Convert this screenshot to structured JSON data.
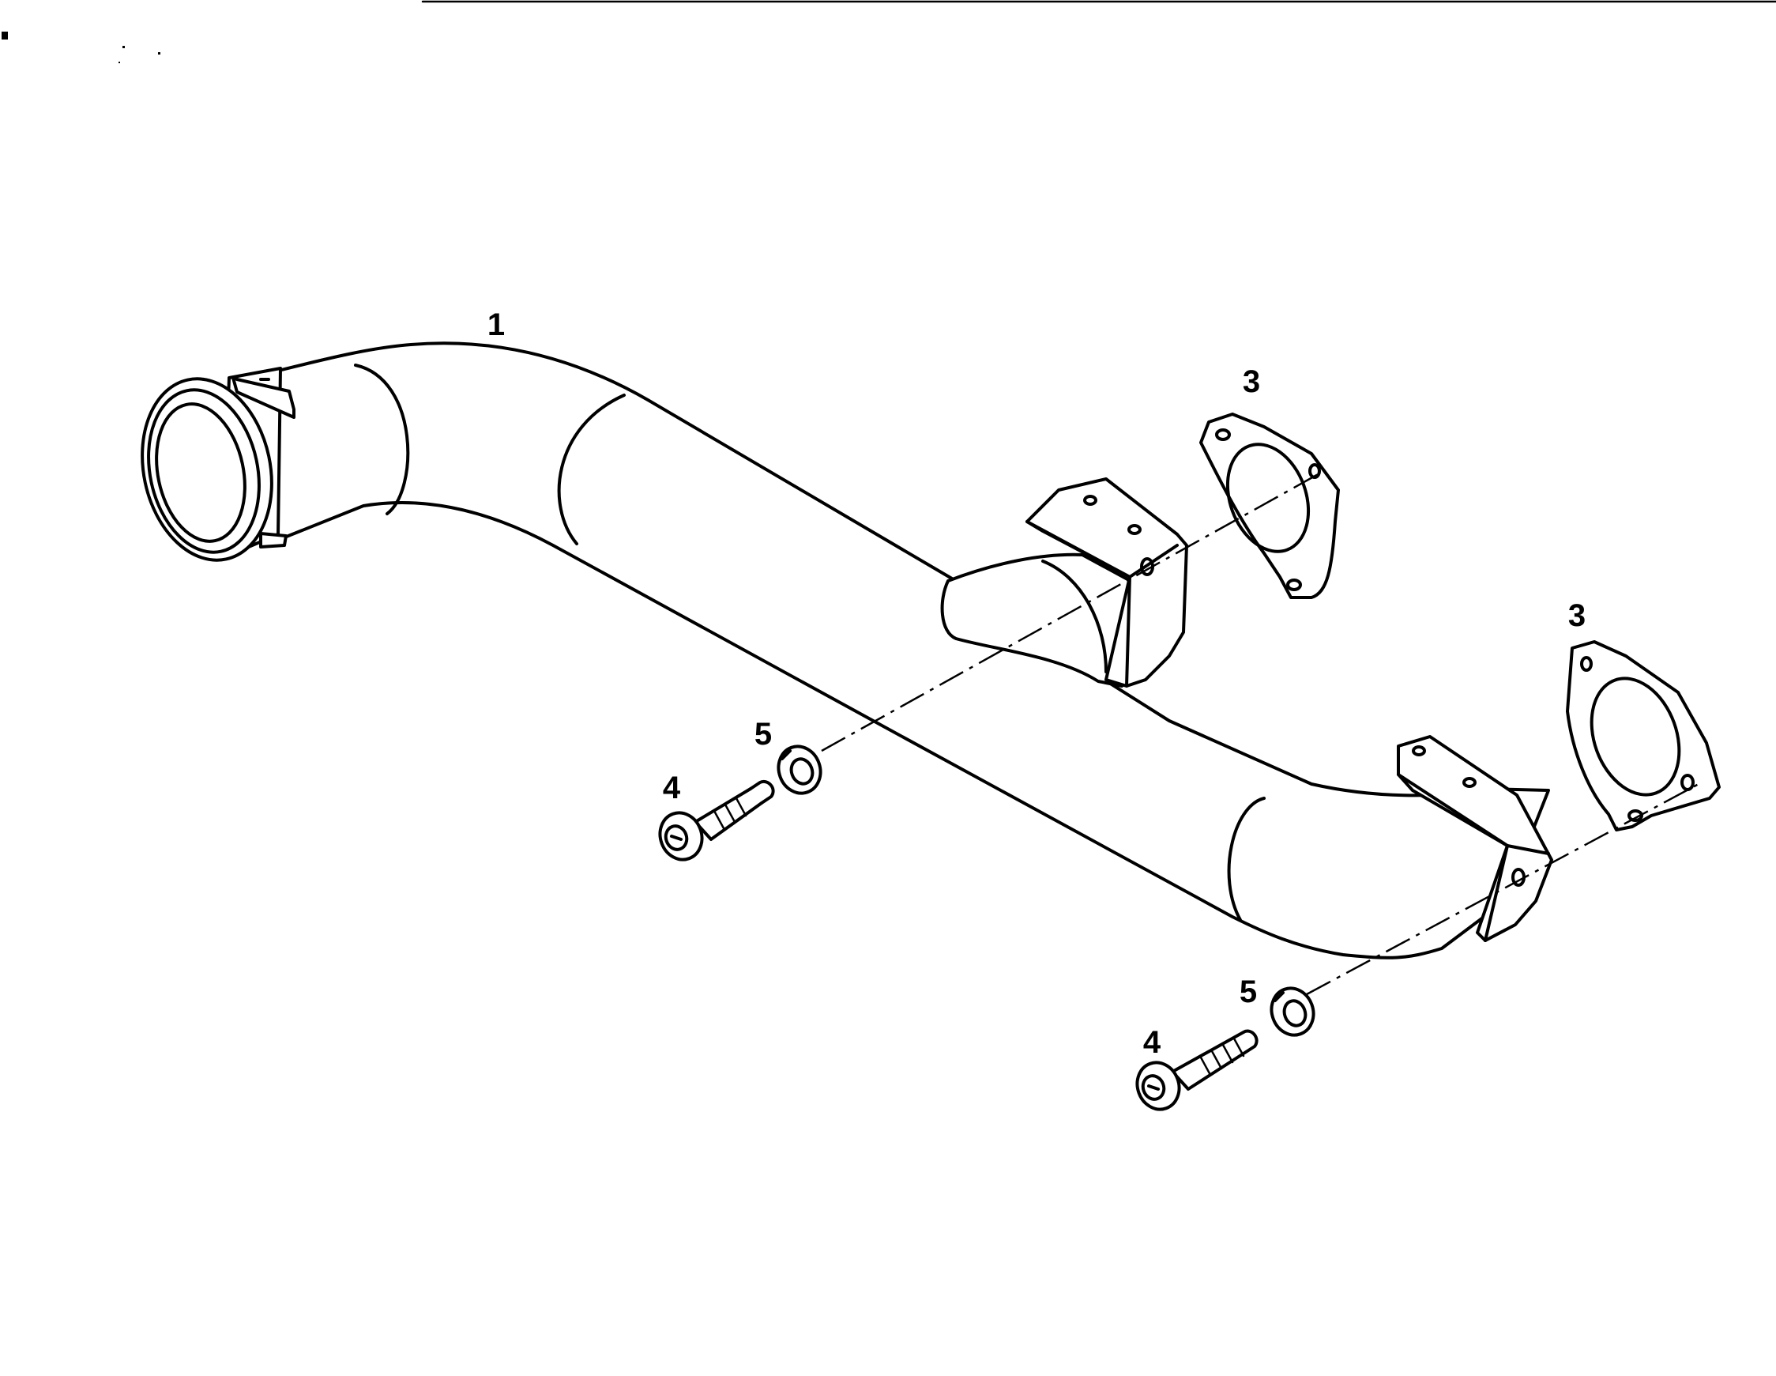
{
  "drawing": {
    "callouts": [
      {
        "id": "c1",
        "label": "1"
      },
      {
        "id": "c3a",
        "label": "3"
      },
      {
        "id": "c3b",
        "label": "3"
      },
      {
        "id": "c5a",
        "label": "5"
      },
      {
        "id": "c4a",
        "label": "4"
      },
      {
        "id": "c5b",
        "label": "5"
      },
      {
        "id": "c4b",
        "label": "4"
      }
    ]
  }
}
